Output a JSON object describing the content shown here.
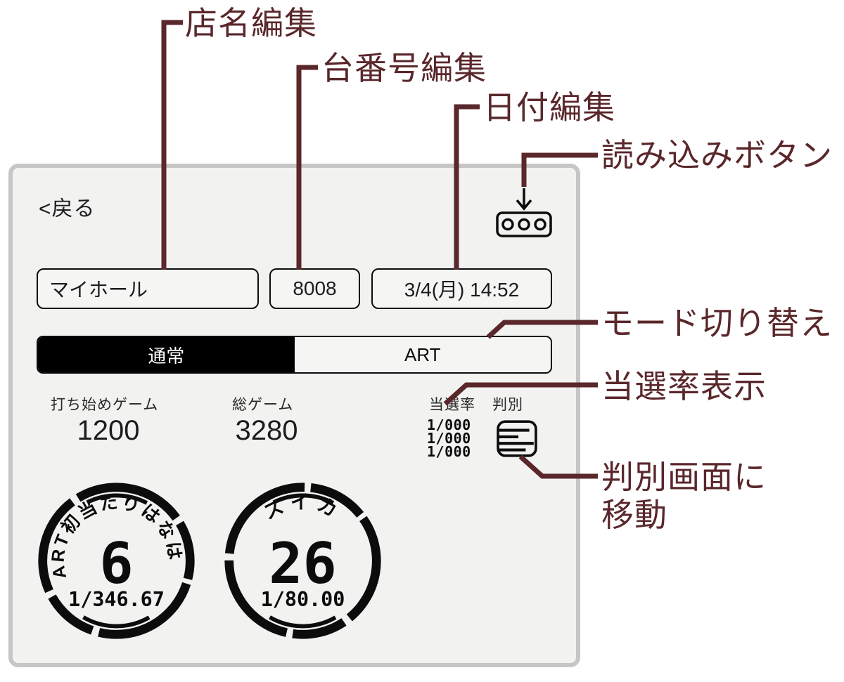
{
  "colors": {
    "annotation": "#5a272b",
    "panel_background": "#f2f2f1",
    "panel_border": "#c6c6c5",
    "selected_mode_background": "#000000"
  },
  "annotations": {
    "store_name_edit": "店名編集",
    "machine_number_edit": "台番号編集",
    "date_edit": "日付編集",
    "load_button": "読み込みボタン",
    "mode_switch": "モード切り替え",
    "win_rate_display": "当選率表示",
    "go_to_discrimination_line1": "判別画面に",
    "go_to_discrimination_line2": "移動"
  },
  "panel": {
    "back_label": "<戻る",
    "load_icon": "download-into-tray-icon",
    "fields": {
      "store_name": "マイホール",
      "machine_number": "8008",
      "datetime": "3/4(月) 14:52"
    },
    "mode_toggle": {
      "normal": "通常",
      "art": "ART",
      "selected": "通常"
    },
    "stats": [
      {
        "label": "打ち始めゲーム",
        "value": "1200"
      },
      {
        "label": "総ゲーム",
        "value": "3280"
      }
    ],
    "win_rate": {
      "label": "当選率",
      "rows": [
        "1/000",
        "1/000",
        "1/000"
      ]
    },
    "discrimination": {
      "label": "判別",
      "icon": "list-lines-icon"
    },
    "gauges": [
      {
        "title": "ART初当たりはなは",
        "value": "6",
        "rate": "1/346.67"
      },
      {
        "title": "スイカ",
        "value": "26",
        "rate": "1/80.00"
      }
    ]
  }
}
